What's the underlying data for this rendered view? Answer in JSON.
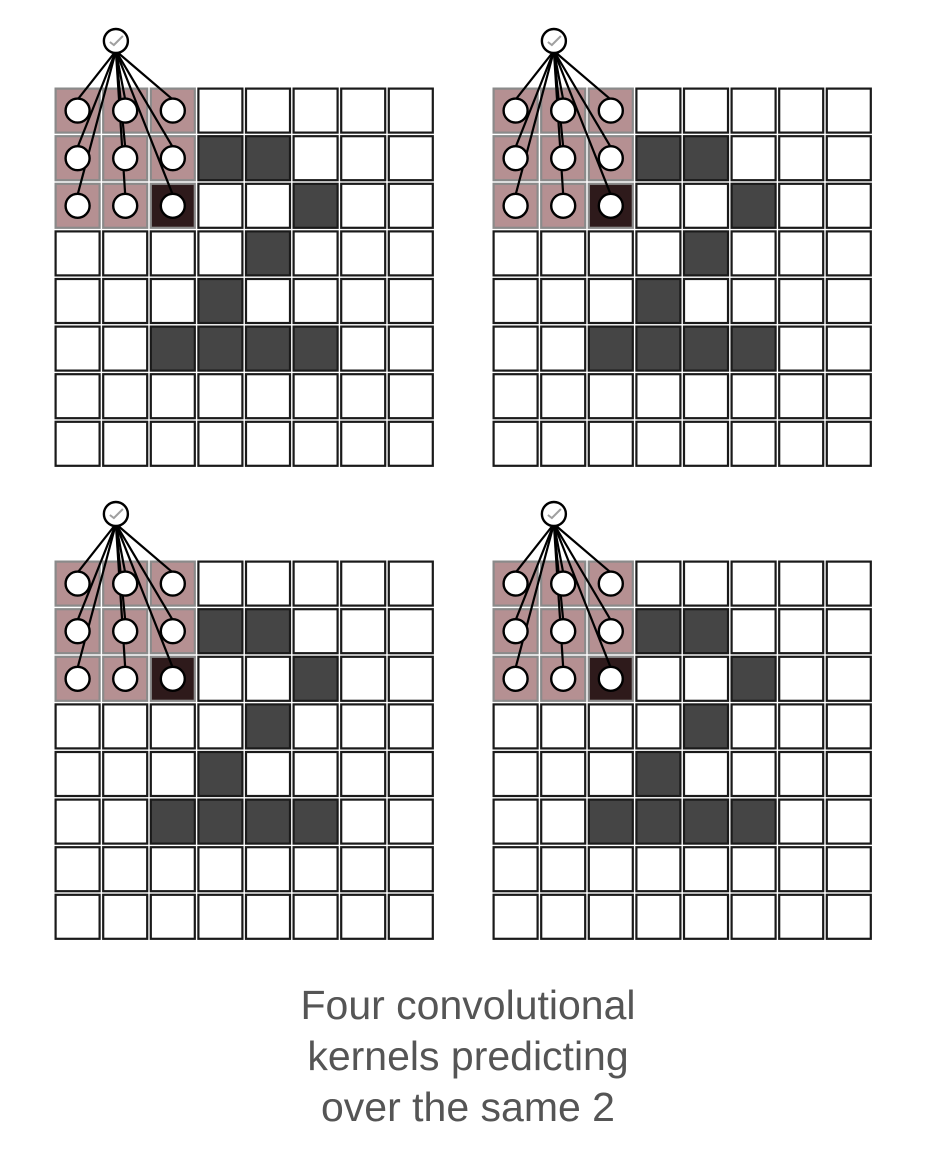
{
  "figure": {
    "grid_rows": 8,
    "grid_cols": 8,
    "kernel_size": 3,
    "colors": {
      "grid_line": "#1a1a1a",
      "filled_cell": "#454545",
      "kernel_cell": "#b59092",
      "kernel_center_cell": "#2e1a1b",
      "node_fill": "#ffffff",
      "node_stroke": "#000000"
    },
    "filled_cells": [
      [
        1,
        3
      ],
      [
        1,
        4
      ],
      [
        2,
        5
      ],
      [
        3,
        4
      ],
      [
        4,
        3
      ],
      [
        5,
        2
      ],
      [
        5,
        3
      ],
      [
        5,
        4
      ],
      [
        5,
        5
      ]
    ],
    "panels": [
      {
        "name": "kernel-panel-1",
        "output_node_icon": "check-icon"
      },
      {
        "name": "kernel-panel-2",
        "output_node_icon": "check-icon"
      },
      {
        "name": "kernel-panel-3",
        "output_node_icon": "check-icon"
      },
      {
        "name": "kernel-panel-4",
        "output_node_icon": "check-icon"
      }
    ]
  },
  "caption": {
    "line1": "Four convolutional",
    "line2": "kernels predicting",
    "line3": "over the same 2"
  }
}
